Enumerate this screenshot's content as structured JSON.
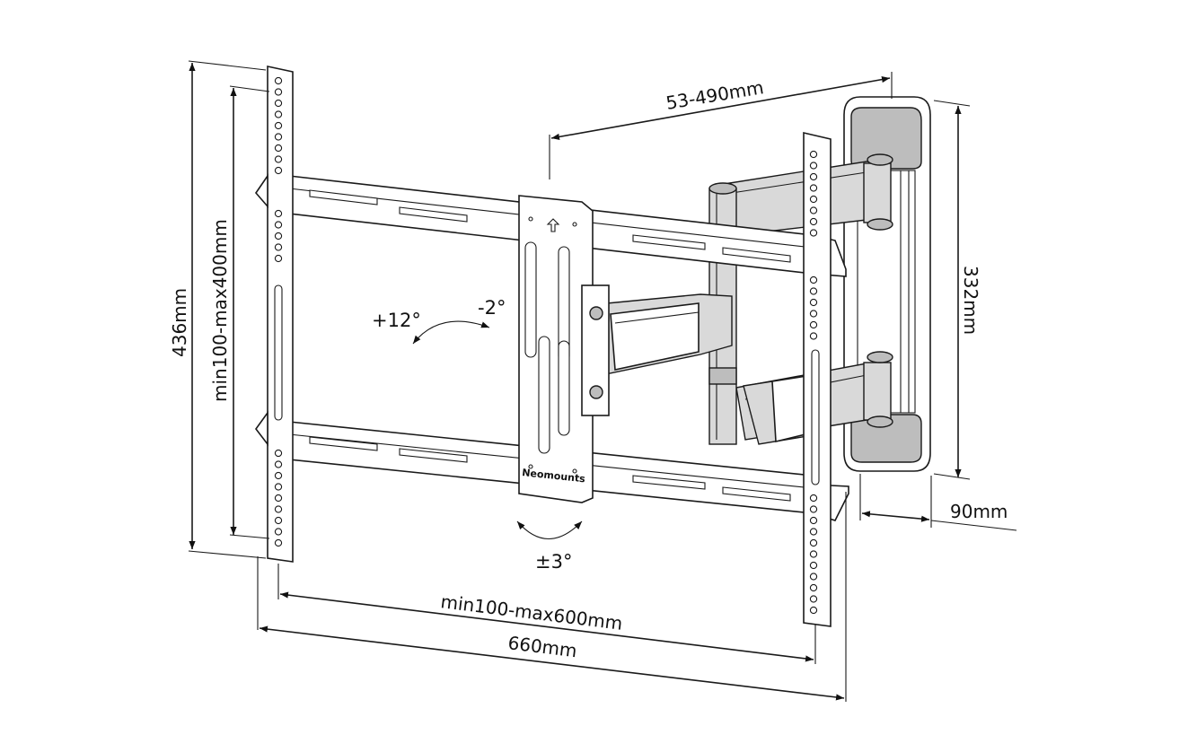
{
  "dimensions": {
    "arm_extension": "53-490mm",
    "wall_plate_height": "332mm",
    "wall_depth": "90mm",
    "total_height": "436mm",
    "vesa_vertical": "min100-max400mm",
    "vesa_horizontal": "min100-max600mm",
    "total_width": "660mm"
  },
  "angles": {
    "tilt_up": "+12°",
    "tilt_down": "-2°",
    "rotation": "±3°"
  },
  "brand": "Neomounts",
  "colors": {
    "line": "#1a1a1a",
    "metal_light": "#d9d9d9",
    "metal_dark": "#bdbdbd"
  }
}
